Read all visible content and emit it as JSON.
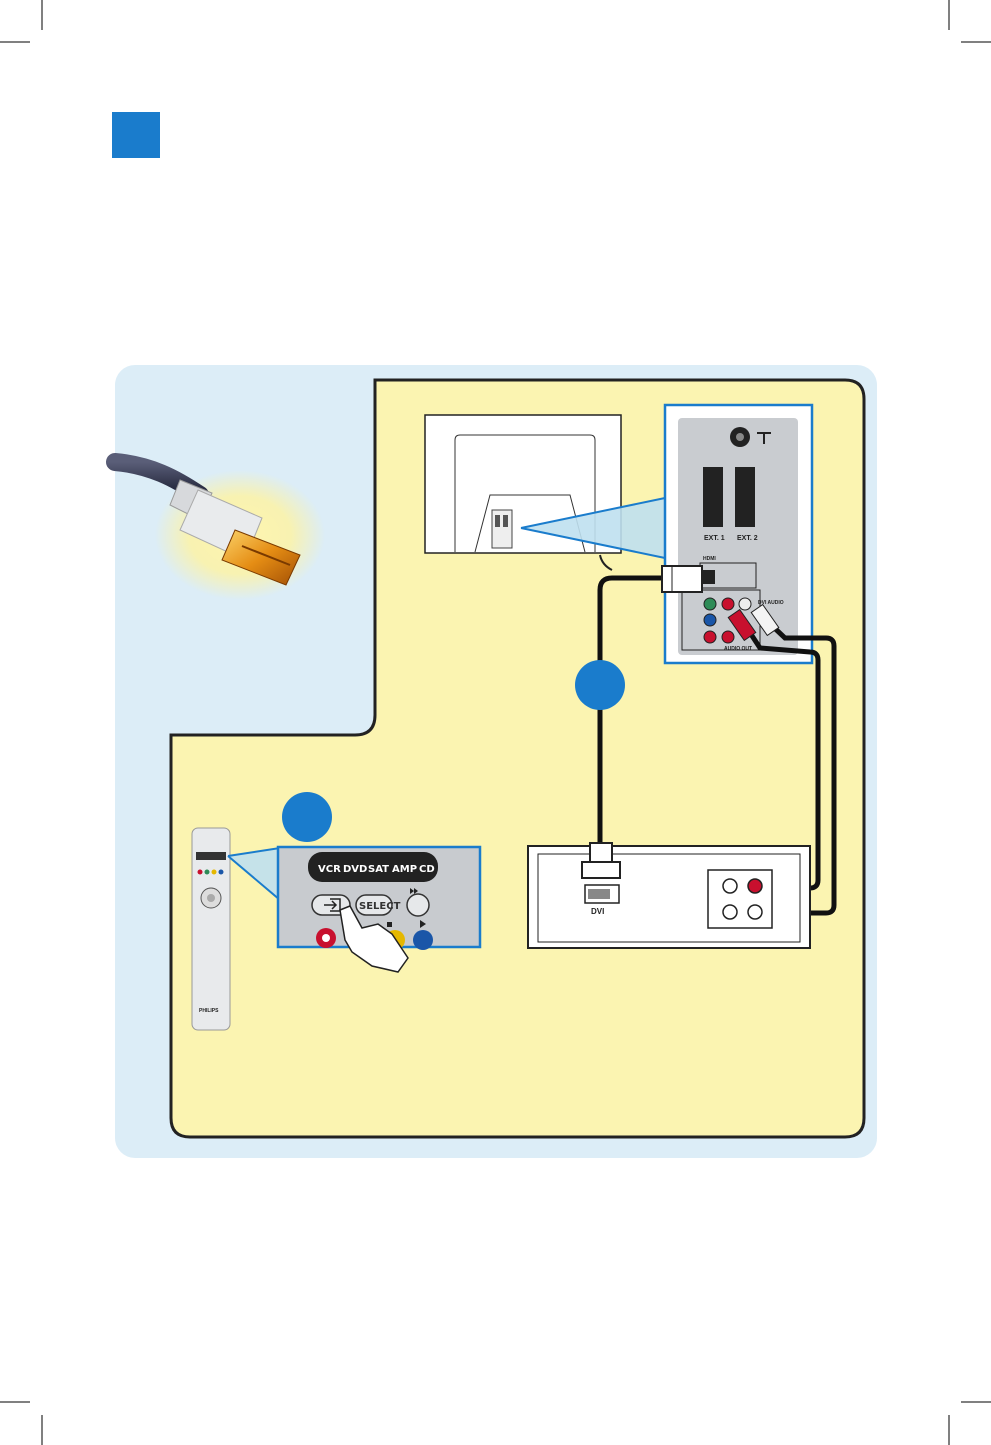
{
  "tv_panel": {
    "ext1_label": "EXT. 1",
    "ext2_label": "EXT. 2",
    "hdmi_label": "HDMI",
    "audio_out_label": "AUDIO OUT",
    "dvi_audio_label": "DVI AUDIO"
  },
  "source_device": {
    "dvi_label": "DVI"
  },
  "remote": {
    "mode_buttons": [
      "VCR",
      "DVD",
      "SAT",
      "AMP",
      "CD"
    ],
    "select_label": "SELECT",
    "brand": "PHILIPS"
  },
  "colors": {
    "step_marker": "#1a7ccc",
    "step_square": "#1a7ccc",
    "outer_panel": "#dcedf7",
    "inner_panel": "#fbf4b1",
    "red_plug": "#c8102e"
  }
}
